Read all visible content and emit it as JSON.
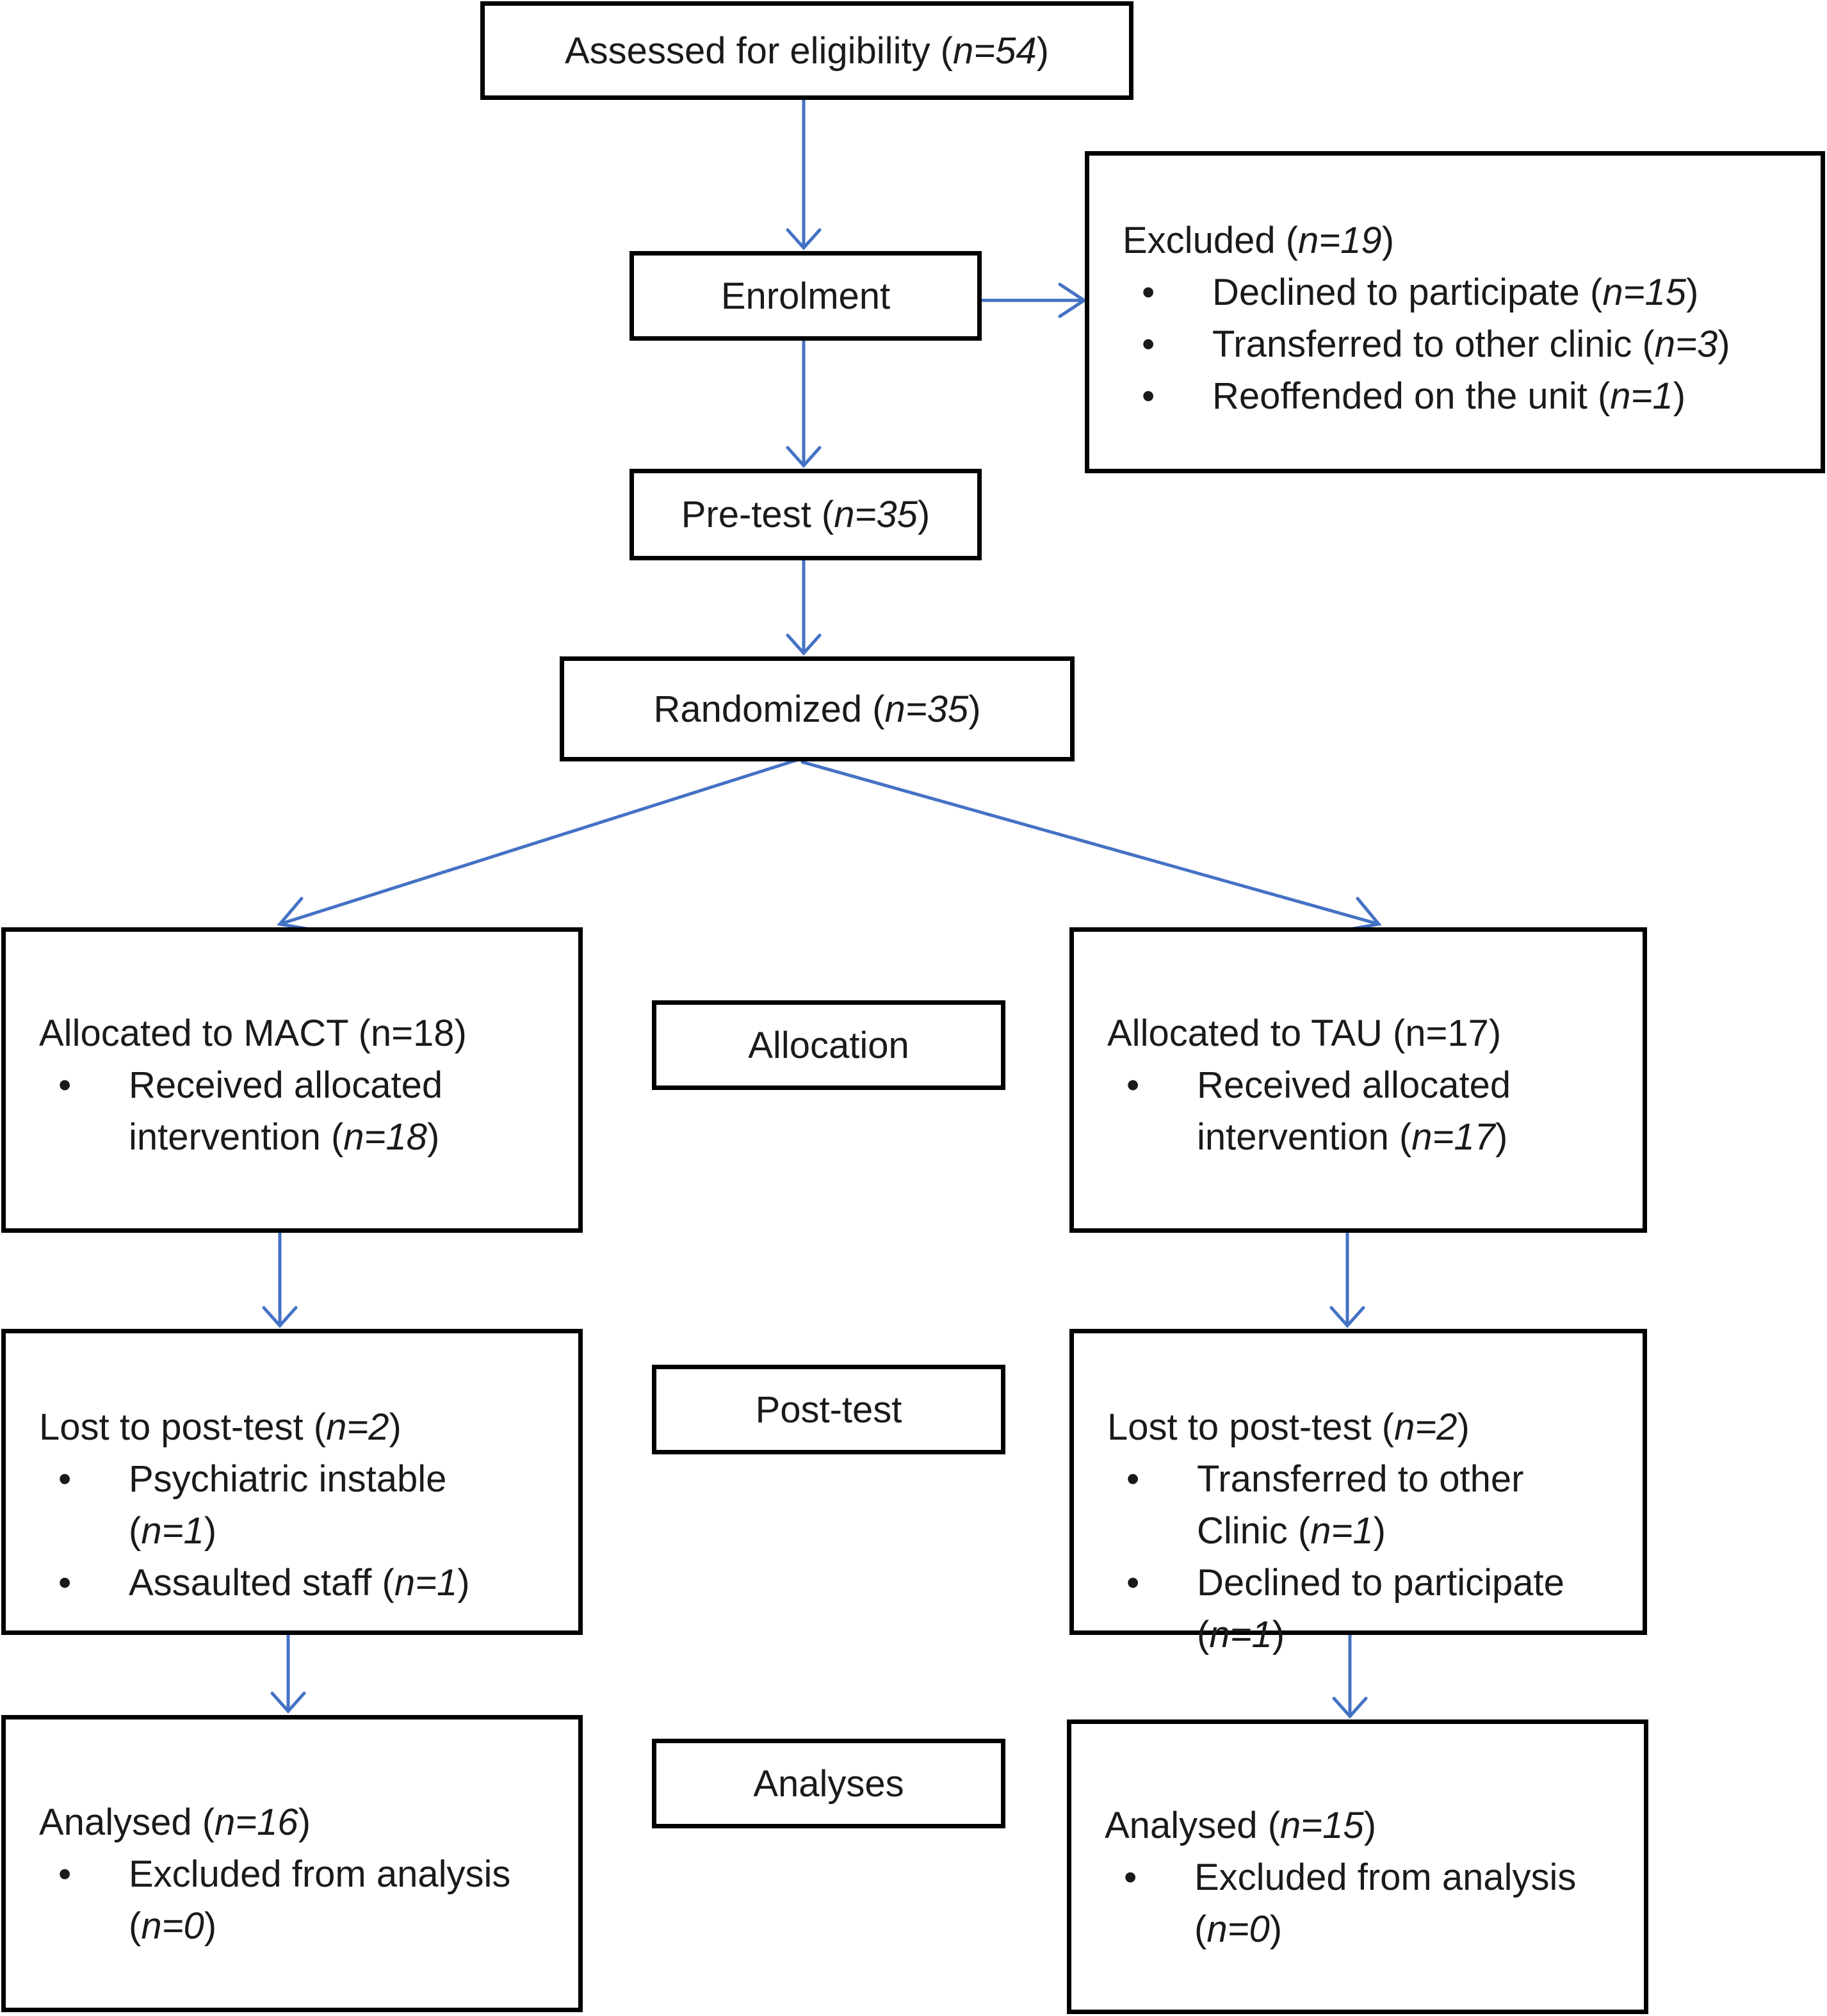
{
  "nodes": {
    "assessed": {
      "label": "Assessed for eligibility (",
      "n": "n=54",
      "close": ")"
    },
    "enrolment": {
      "label": "Enrolment"
    },
    "excluded": {
      "title": "Excluded (",
      "n": "n=19",
      "close": ")",
      "items": [
        {
          "text": "Declined to participate (",
          "n": "n=15",
          "close": ")"
        },
        {
          "text": "Transferred to other clinic (",
          "n": "n=3",
          "close": ")"
        },
        {
          "text": "Reoffended on the unit (",
          "n": "n=1",
          "close": ")"
        }
      ]
    },
    "pretest": {
      "label": "Pre-test (",
      "n": "n=35",
      "close": ")"
    },
    "randomized": {
      "label": "Randomized (",
      "n": "n=35",
      "close": ")"
    },
    "alloc_mact": {
      "title": "Allocated to MACT (n=18)",
      "item_line1": "Received allocated",
      "item_line2": "intervention (",
      "n": "n=18",
      "close": ")"
    },
    "alloc_tau": {
      "title": "Allocated to TAU (n=17)",
      "item_line1": "Received allocated",
      "item_line2": "intervention (",
      "n": "n=17",
      "close": ")"
    },
    "lost_mact": {
      "title": "Lost to post-test  (",
      "n": "n=2",
      "close": ")",
      "item1_line1": "Psychiatric instable",
      "item1_line2_open": "(",
      "item1_n": "n=1",
      "item1_close": ")",
      "item2_text": "Assaulted staff  (",
      "item2_n": "n=1",
      "item2_close": ")"
    },
    "lost_tau": {
      "title": "Lost to post-test  (",
      "n": "n=2",
      "close": ")",
      "item1_line1": "Transferred to other",
      "item1_line2": "Clinic  (",
      "item1_n": "n=1",
      "item1_close": ")",
      "item2_line1": "Declined to participate",
      "item2_line2_open": "(",
      "item2_n": "n=1",
      "item2_close": ")"
    },
    "analysed_mact": {
      "title": "Analysed (",
      "n": "n=16",
      "close": ")",
      "item_line1": "Excluded from analysis",
      "item_line2_open": "(",
      "item_n": "n=0",
      "item_close": ")"
    },
    "analysed_tau": {
      "title": "Analysed (",
      "n": "n=15",
      "close": ")",
      "item_line1": "Excluded from analysis",
      "item_line2_open": "(",
      "item_n": "n=0",
      "item_close": ")"
    }
  },
  "stages": {
    "allocation": "Allocation",
    "posttest": "Post-test",
    "analyses": "Analyses"
  },
  "bullet": "•",
  "colors": {
    "arrow": "#4472c4",
    "border": "#000000",
    "text": "#1a1a1a"
  }
}
